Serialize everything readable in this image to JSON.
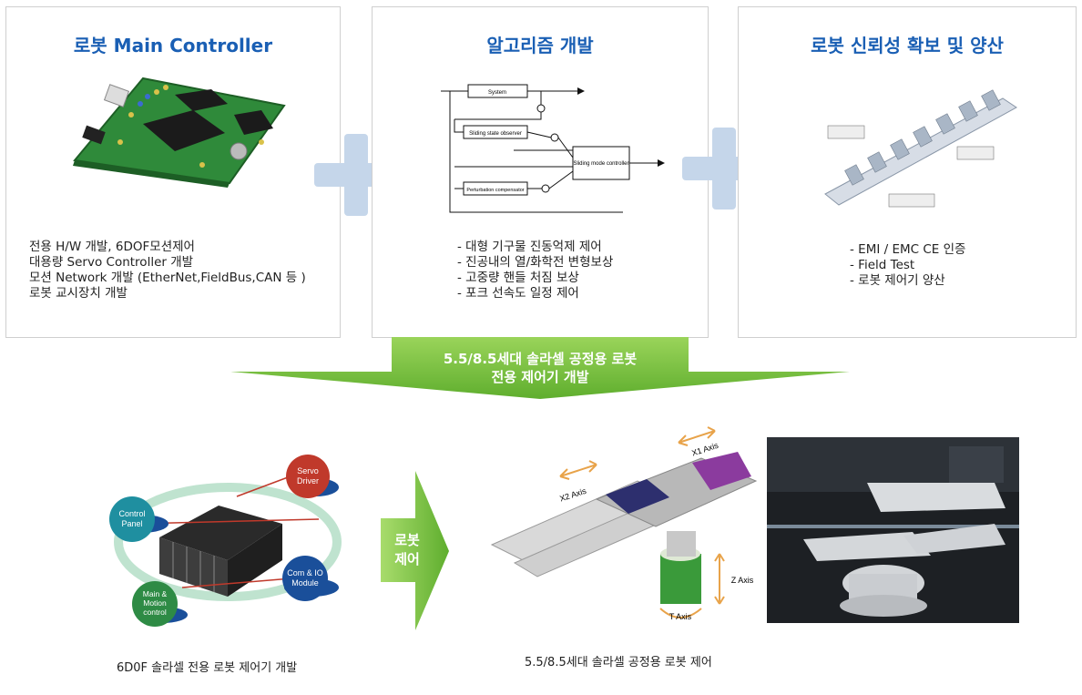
{
  "panels": [
    {
      "title": "로봇 Main Controller",
      "lines": [
        "전용 H/W 개발, 6DOF모션제어",
        "대용량 Servo Controller 개발",
        "모션 Network 개발 (EtherNet,FieldBus,CAN 등 )",
        "로봇 교시장치 개발"
      ]
    },
    {
      "title": "알고리즘 개발",
      "lines": [
        "- 대형 기구물 진동억제 제어",
        "- 진공내의 열/화학전 변형보상",
        "- 고중량 핸들 처짐 보상",
        "- 포크 선속도 일정 제어"
      ],
      "diagram_blocks": [
        "System",
        "Sliding state observer",
        "Sliding mode controller",
        "Perturbation compensator"
      ]
    },
    {
      "title": "로봇 신뢰성 확보 및 양산",
      "lines": [
        "- EMI / EMC CE 인증",
        "- Field Test",
        "- 로봇 제어기 양산"
      ]
    }
  ],
  "banner": {
    "line1": "5.5/8.5세대 솔라셀 공정용 로봇",
    "line2": "전용 제어기 개발"
  },
  "bottom": {
    "bubbles": [
      "Servo Driver",
      "Control Panel",
      "Com & IO Module",
      "Main & Motion control"
    ],
    "arrow_label_1": "로봇",
    "arrow_label_2": "제어",
    "axes": [
      "X1 Axis",
      "X2 Axis",
      "Z Axis",
      "T Axis"
    ],
    "caption_left": "6D0F 솔라셀 전용 로봇 제어기 개발",
    "caption_right": "5.5/8.5세대 솔라셀 공정용 로봇 제어"
  },
  "colors": {
    "title_blue": "#1a5fb4",
    "plus_blue": "#c5d6ea",
    "arrow_green": "#7cc23e",
    "bubble_red": "#c0392b",
    "bubble_teal": "#1f8fa0",
    "bubble_blue": "#1a4f9a",
    "bubble_green": "#2e8b45"
  }
}
